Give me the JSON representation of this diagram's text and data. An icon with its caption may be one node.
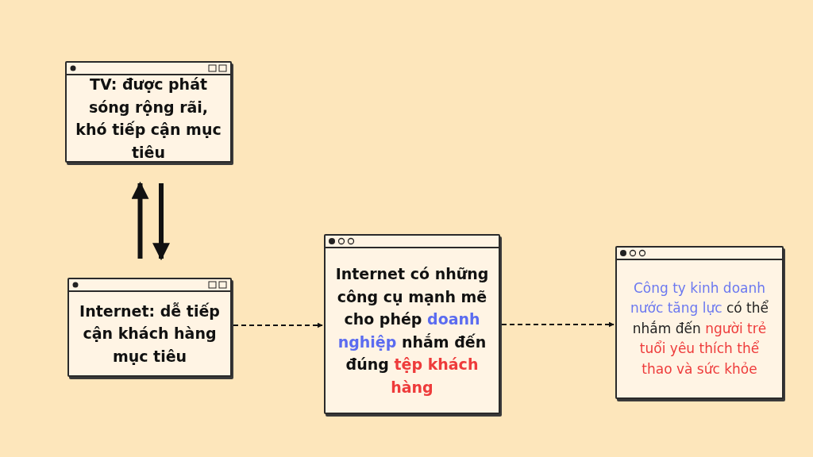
{
  "diagram": {
    "nodes": [
      {
        "text": [
          "TV: được phát sóng rộng rãi, khó tiếp cận mục tiêu"
        ]
      },
      {
        "text": [
          "Internet: dễ tiếp cận khách hàng mục tiêu"
        ]
      },
      {
        "text": [
          "Internet có những công cụ mạnh mẽ cho phép",
          "doanh nghiệp",
          "nhắm đến đúng",
          "tệp khách hàng"
        ]
      },
      {
        "text": [
          "Công ty kinh doanh nước tăng lực",
          "có thể nhắm đến",
          "người trẻ tuổi yêu thích thể thao và sức khỏe"
        ]
      }
    ],
    "edges": [
      {
        "from": 1,
        "to": 0,
        "arrow": "to",
        "style": "thick"
      },
      {
        "from": 0,
        "to": 1,
        "arrow": "to",
        "style": "thick"
      },
      {
        "from": 1,
        "to": 2,
        "arrow": "to",
        "style": "dashed"
      },
      {
        "from": 2,
        "to": 3,
        "arrow": "to",
        "style": "dashed"
      }
    ]
  }
}
